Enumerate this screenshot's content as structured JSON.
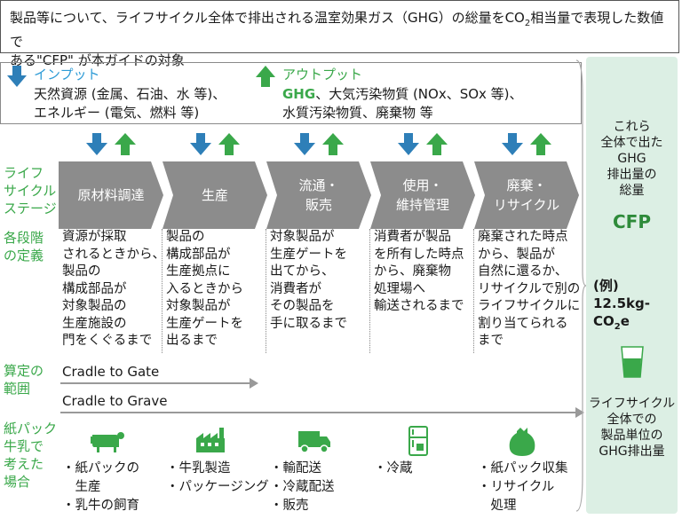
{
  "header": {
    "line1_pre": "製品等について、ライフサイクル全体で排出される温室効果ガス（GHG）の総量をCO",
    "line1_sub": "2",
    "line1_post": "相当量で表現した数値で",
    "line2": "ある\"CFP\" が本ガイドの対象"
  },
  "input": {
    "title": "インプット",
    "line1": "天然資源 (金属、石油、水 等)、",
    "line2": "エネルギー (電気、燃料 等)"
  },
  "output": {
    "title": "アウトプット",
    "ghg": "GHG",
    "line1_rest": "、大気汚染物質 (NOx、SOx 等)、",
    "line2": "水質汚染物質、廃棄物 等"
  },
  "row_labels": {
    "lifecycle": [
      "ライフ",
      "サイクル",
      "ステージ"
    ],
    "definition": [
      "各段階",
      "の定義"
    ],
    "scope": [
      "算定の",
      "範囲"
    ],
    "example": [
      "紙パック",
      "牛乳で",
      "考えた",
      "場合"
    ]
  },
  "stages": [
    {
      "label": "原材料調達",
      "definition": [
        "資源が採取",
        "されるときから、",
        "製品の",
        "構成部品が",
        "対象製品の",
        "生産施設の",
        "門をくぐるまで"
      ],
      "example": [
        "・紙パックの",
        "　生産",
        "・乳牛の飼育"
      ],
      "icon": "cow-icon"
    },
    {
      "label": "生産",
      "definition": [
        "製品の",
        "構成部品が",
        "生産拠点に",
        "入るときから",
        "対象製品が",
        "生産ゲートを",
        "出るまで"
      ],
      "example": [
        "・牛乳製造",
        "・パッケージング"
      ],
      "icon": "factory-icon"
    },
    {
      "label": "流通・\n販売",
      "definition": [
        "対象製品が",
        "生産ゲートを",
        "出てから、",
        "消費者が",
        "その製品を",
        "手に取るまで"
      ],
      "example": [
        "・輸配送",
        "・冷蔵配送",
        "・販売"
      ],
      "icon": "truck-icon"
    },
    {
      "label": "使用・\n維持管理",
      "definition": [
        "消費者が製品",
        "を所有した時点",
        "から、廃棄物",
        "処理場へ",
        "輸送されるまで"
      ],
      "example": [
        "・冷蔵"
      ],
      "icon": "refrigerator-icon"
    },
    {
      "label": "廃棄・\nリサイクル",
      "definition": [
        "廃棄された時点",
        "から、製品が",
        "自然に還るか、",
        "リサイクルで別の",
        "ライフサイクルに",
        "割り当てられる",
        "まで"
      ],
      "example": [
        "・紙パック収集",
        "・リサイクル",
        "　処理"
      ],
      "icon": "garbage-bag-icon"
    }
  ],
  "scope": {
    "gate": "Cradle to Gate",
    "grave": "Cradle to Grave"
  },
  "right_panel": {
    "summary": [
      "これら",
      "全体で出た",
      "GHG",
      "排出量の",
      "総量"
    ],
    "cfp": "CFP",
    "example_label": "(例)",
    "example_value": "12.5kg-",
    "example_unit": "CO",
    "example_unit_sub": "2",
    "example_unit_end": "e",
    "unit_desc": [
      "ライフサイクル",
      "全体での",
      "製品単位の",
      "GHG排出量"
    ]
  },
  "colors": {
    "stage_fill": "#8c8c8c",
    "accent_green": "#3aa84a",
    "input_blue": "#2e7fb8",
    "panel_bg": "#dcefe4"
  }
}
